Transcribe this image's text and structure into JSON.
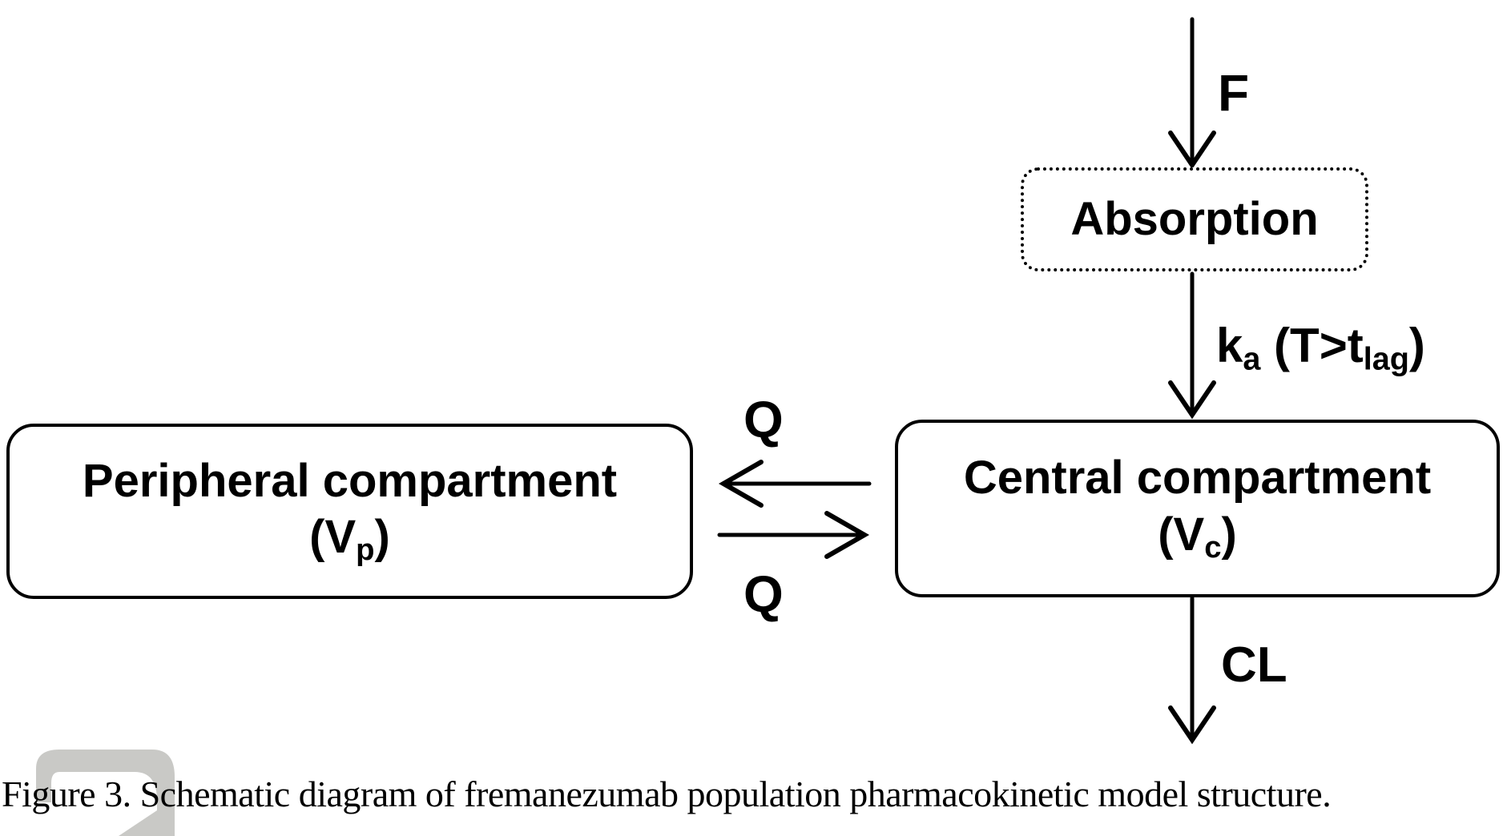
{
  "diagram": {
    "boxes": {
      "absorption": {
        "label": "Absorption"
      },
      "central": {
        "title": "Central compartment",
        "volume_prefix": "(V",
        "volume_sub": "c",
        "volume_suffix": ")"
      },
      "peripheral": {
        "title": "Peripheral compartment",
        "volume_prefix": "(V",
        "volume_sub": "p",
        "volume_suffix": ")"
      }
    },
    "labels": {
      "bioavailability": "F",
      "ka_base": "k",
      "ka_sub": "a",
      "ka_condition_open": " (T>t",
      "ka_condition_sub": "lag",
      "ka_condition_close": ")",
      "intercompartmental_top": "Q",
      "intercompartmental_bottom": "Q",
      "clearance": "CL"
    }
  },
  "caption": "Figure 3. Schematic diagram of fremanezumab population pharmacokinetic model structure.",
  "colors": {
    "ink": "#000000",
    "background": "#ffffff",
    "watermark": "#c9c9c6"
  }
}
